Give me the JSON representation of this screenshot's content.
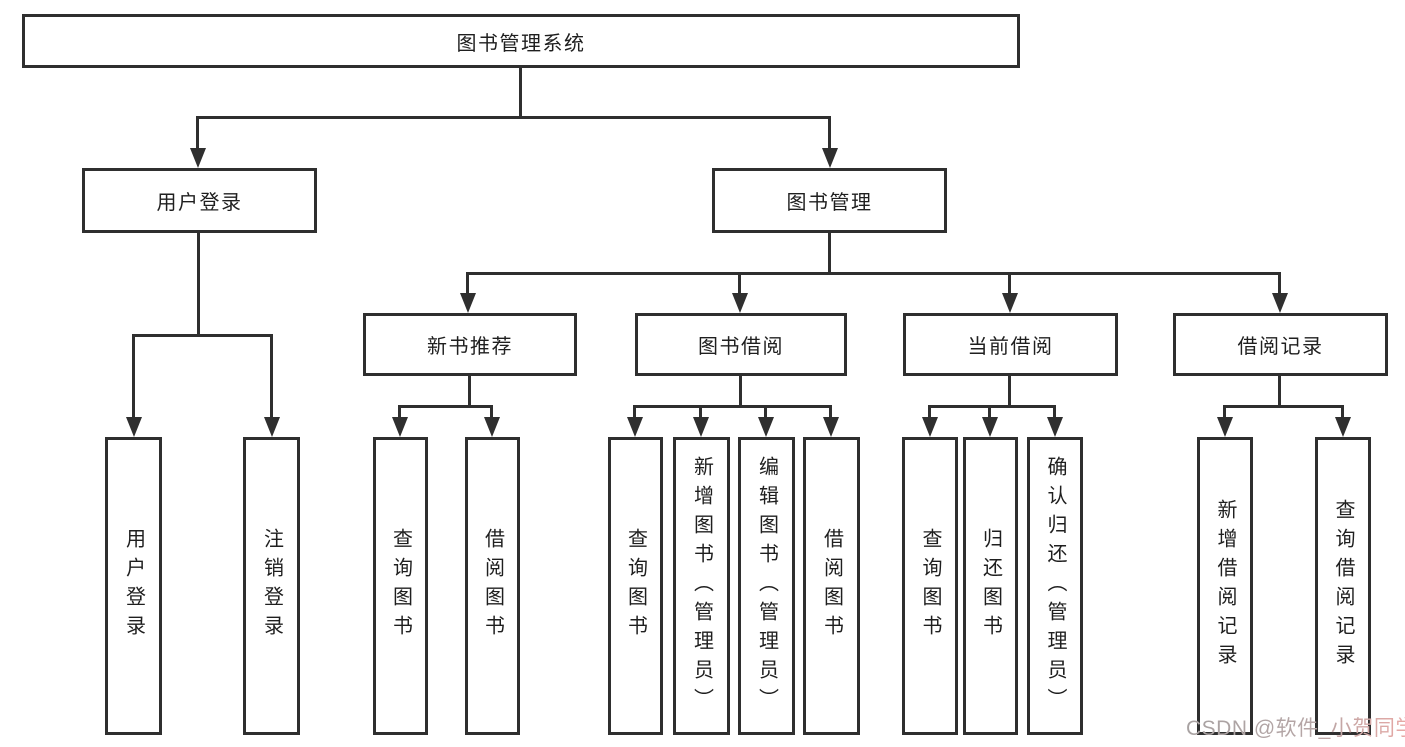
{
  "nodes": {
    "root": "图书管理系统",
    "user_login": "用户登录",
    "book_management": "图书管理",
    "new_book_recommend": "新书推荐",
    "book_borrowing": "图书借阅",
    "current_borrowing": "当前借阅",
    "borrowing_records": "借阅记录",
    "user_login_children": [
      "用户登录",
      "注销登录"
    ],
    "new_book_children": [
      "查询图书",
      "借阅图书"
    ],
    "book_borrowing_children": [
      "查询图书",
      "新增图书（管理员）",
      "编辑图书（管理员）",
      "借阅图书"
    ],
    "current_borrowing_children": [
      "查询图书",
      "归还图书",
      "确认归还（管理员）"
    ],
    "borrowing_records_children": [
      "新增借阅记录",
      "查询借阅记录"
    ]
  },
  "watermark": "CSDN @软件_小贺同学",
  "colors": {
    "line": "#2f2f2f",
    "box_background": "#ffffff",
    "text": "#1f1f1f",
    "watermark_gray": "#b3a7a7",
    "watermark_pink": "#eda9a5"
  }
}
